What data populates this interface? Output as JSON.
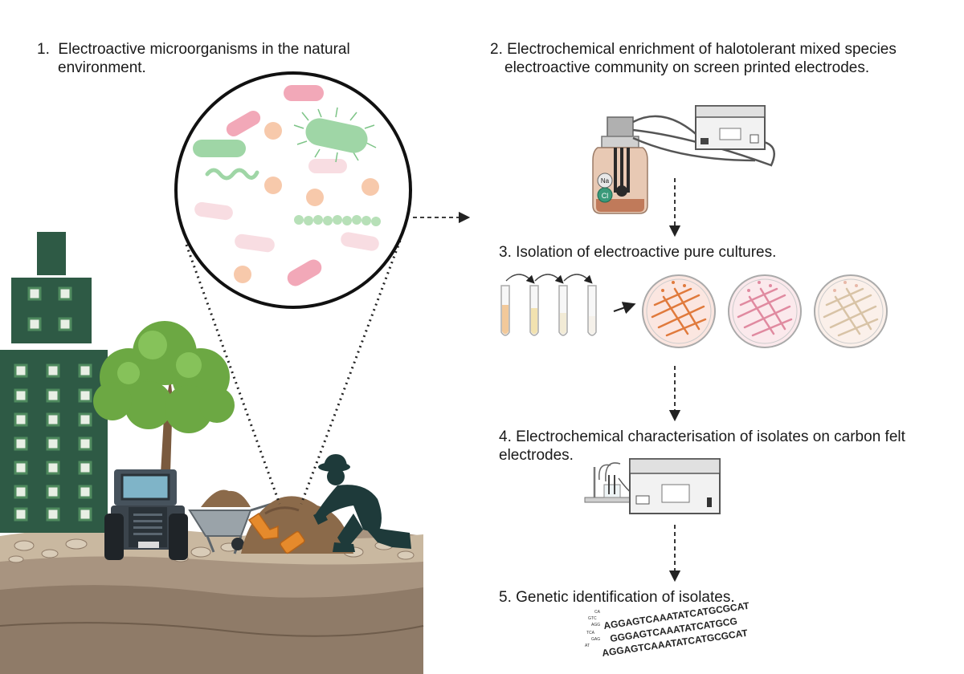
{
  "steps": [
    {
      "num": "1.",
      "line1": "Electroactive microorganisms in the natural",
      "line2": "environment."
    },
    {
      "num": "2.",
      "line1": "Electrochemical enrichment of halotolerant mixed species",
      "line2": "electroactive community on screen printed electrodes."
    },
    {
      "num": "3.",
      "line1": "Isolation of electroactive pure cultures."
    },
    {
      "num": "4.",
      "line1": "Electrochemical characterisation of isolates on carbon felt",
      "line2": "electrodes."
    },
    {
      "num": "5.",
      "line1": "Genetic identification of isolates."
    }
  ],
  "bottle_labels": {
    "na": "Na",
    "cl": "Cl"
  },
  "dna_sequence": [
    "AGGAGTCAAATATCATGCGCAT",
    "GGGAGTCAAATATCATGCG",
    "AGGAGTCAAATATCATGCGCAT"
  ],
  "colors": {
    "building": "#2e5a45",
    "tree": "#6ca843",
    "soil": "#a89480",
    "plate_orange": "#e07a3c",
    "plate_pink": "#e08aa0",
    "plate_beige": "#d8c3a6"
  },
  "icons": [
    "building-icon",
    "tree-icon",
    "tractor-icon",
    "wheelbarrow-icon",
    "farmer-icon",
    "pipe-icon",
    "microbe-magnifier-icon",
    "bioreactor-bottle-icon",
    "potentiostat-icon",
    "test-tube-icon",
    "petri-dish-icon",
    "electrode-stand-icon",
    "dna-sequence-icon"
  ]
}
